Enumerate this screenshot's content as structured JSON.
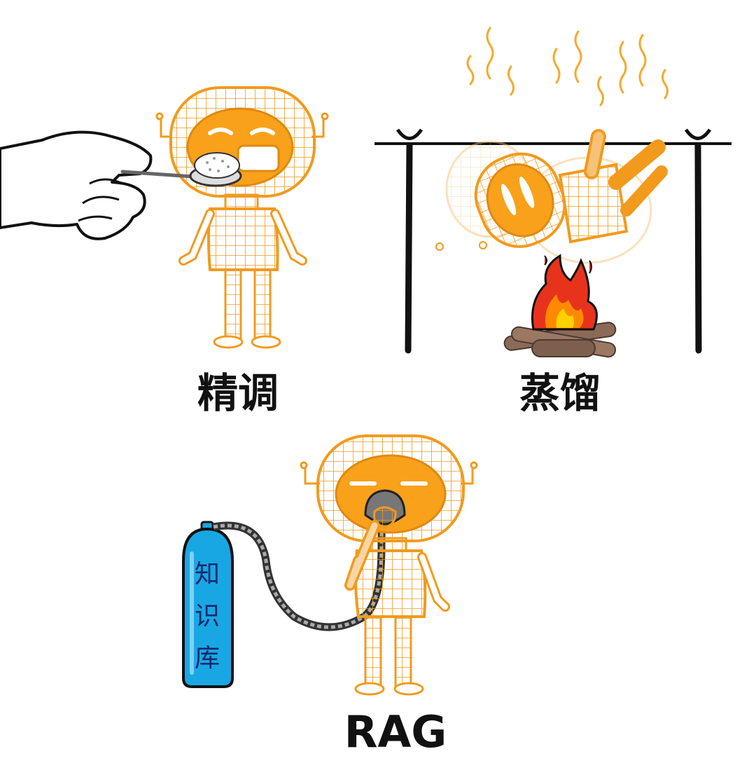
{
  "panels": [
    {
      "caption": "精调"
    },
    {
      "caption": "蒸馏"
    },
    {
      "caption": "RAG"
    }
  ],
  "tank": {
    "chars": [
      "知",
      "识",
      "库"
    ]
  },
  "colors": {
    "robot_orange": "#F9A11B",
    "robot_line": "#F29A1E",
    "tank_blue": "#19A7E4",
    "fire_red": "#E8331C",
    "fire_yellow": "#FFD200",
    "log_brown": "#8B6A57",
    "ink": "#111111"
  },
  "icons": [
    "hand-icon",
    "spoon-icon",
    "rice-icon",
    "fire-icon",
    "roasting-spit-icon",
    "steam-icon",
    "gas-tank-icon",
    "breathing-mask-icon",
    "hose-icon"
  ]
}
